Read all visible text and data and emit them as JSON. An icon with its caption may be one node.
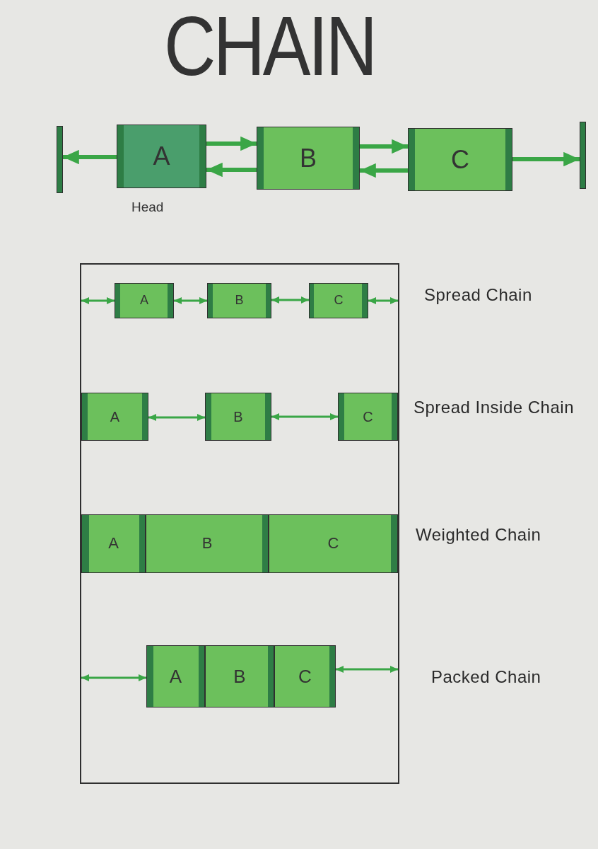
{
  "diagram": {
    "title": "CHAIN",
    "nodes": [
      {
        "text": [],
        "shape": "bar"
      },
      {
        "text": [
          "A"
        ],
        "beside": [
          "Head"
        ]
      },
      {
        "text": [
          "B"
        ]
      },
      {
        "text": [
          "C"
        ]
      },
      {
        "text": [],
        "shape": "bar"
      },
      {
        "text": [],
        "shape": "box"
      },
      {
        "text": [
          "A"
        ],
        "in": 5
      },
      {
        "text": [
          "B"
        ],
        "in": 5
      },
      {
        "text": [
          "C"
        ],
        "in": 5
      },
      {
        "text": [
          "A"
        ],
        "in": 5
      },
      {
        "text": [
          "B"
        ],
        "in": 5
      },
      {
        "text": [
          "C"
        ],
        "in": 5
      },
      {
        "text": [
          "A"
        ],
        "in": 5
      },
      {
        "text": [
          "B"
        ],
        "in": 5
      },
      {
        "text": [
          "C"
        ],
        "in": 5
      },
      {
        "text": [
          "A"
        ],
        "in": 5
      },
      {
        "text": [
          "B"
        ],
        "in": 5
      },
      {
        "text": [
          "C"
        ],
        "in": 5
      }
    ],
    "edges": [
      {
        "from": 1,
        "to": 0,
        "arrow": "to",
        "style": "thick"
      },
      {
        "from": 1,
        "to": 2,
        "arrow": "to",
        "style": "thick"
      },
      {
        "from": 2,
        "to": 1,
        "arrow": "to",
        "style": "thick"
      },
      {
        "from": 2,
        "to": 3,
        "arrow": "to",
        "style": "thick"
      },
      {
        "from": 3,
        "to": 2,
        "arrow": "to",
        "style": "thick"
      },
      {
        "from": 3,
        "to": 4,
        "arrow": "to",
        "style": "thick"
      },
      {
        "from": 5,
        "to": 6,
        "arrow": "both"
      },
      {
        "from": 6,
        "to": 7,
        "arrow": "both"
      },
      {
        "from": 7,
        "to": 8,
        "arrow": "both"
      },
      {
        "from": 8,
        "to": 5,
        "arrow": "both"
      },
      {
        "from": 9,
        "to": 10,
        "arrow": "both"
      },
      {
        "from": 10,
        "to": 11,
        "arrow": "both"
      },
      {
        "from": 5,
        "to": 15,
        "arrow": "both"
      },
      {
        "from": 17,
        "to": 5,
        "arrow": "both"
      }
    ],
    "labels": [
      "Spread Chain",
      "Spread Inside Chain",
      "Weighted Chain",
      "Packed Chain"
    ]
  }
}
